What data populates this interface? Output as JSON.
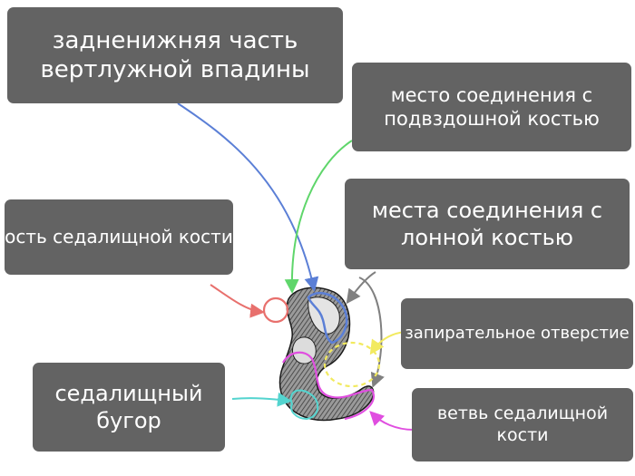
{
  "labels": {
    "posterior_acetabulum": "задненижняя часть вертлужной впадины",
    "ilium_junction": "место соединения с подвздошной костью",
    "ischial_spine": "ость седалищной кости",
    "pubis_junctions": "места соединения с лонной костью",
    "obturator_foramen": "запирательное отверстие",
    "ischial_tuberosity": "седалищный бугор",
    "ischial_ramus": "ветвь седалищной кости"
  },
  "colors": {
    "box": "#636363",
    "posterior_acetabulum_arrow": "#5b7fd6",
    "ilium_junction_arrow": "#5fd66b",
    "ischial_spine_arrow": "#e8706d",
    "pubis_junctions_arrow": "#808080",
    "obturator_foramen_arrow": "#f2ea5f",
    "ischial_tuberosity_arrow": "#54d4cf",
    "ischial_ramus_arrow": "#e04ee0"
  }
}
